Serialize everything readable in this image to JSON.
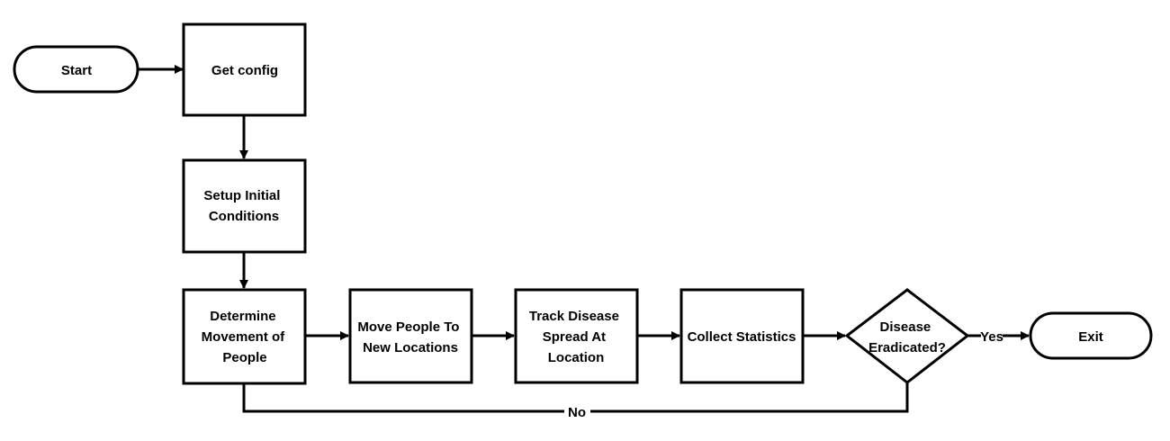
{
  "colors": {
    "stroke": "#000000",
    "fill": "#ffffff",
    "text": "#000000"
  },
  "nodes": {
    "start": {
      "lines": [
        "Start"
      ]
    },
    "get_config": {
      "lines": [
        "Get config"
      ]
    },
    "setup": {
      "lines": [
        "Setup Initial",
        "Conditions"
      ]
    },
    "determine": {
      "lines": [
        "Determine",
        "Movement of",
        "People"
      ]
    },
    "move": {
      "lines": [
        "Move People To",
        "New Locations"
      ]
    },
    "track": {
      "lines": [
        "Track Disease",
        "Spread At",
        "Location"
      ]
    },
    "collect": {
      "lines": [
        "Collect Statistics"
      ]
    },
    "decision": {
      "lines": [
        "Disease",
        "Eradicated?"
      ]
    },
    "exit": {
      "lines": [
        "Exit"
      ]
    }
  },
  "edge_labels": {
    "yes": "Yes",
    "no": "No"
  }
}
